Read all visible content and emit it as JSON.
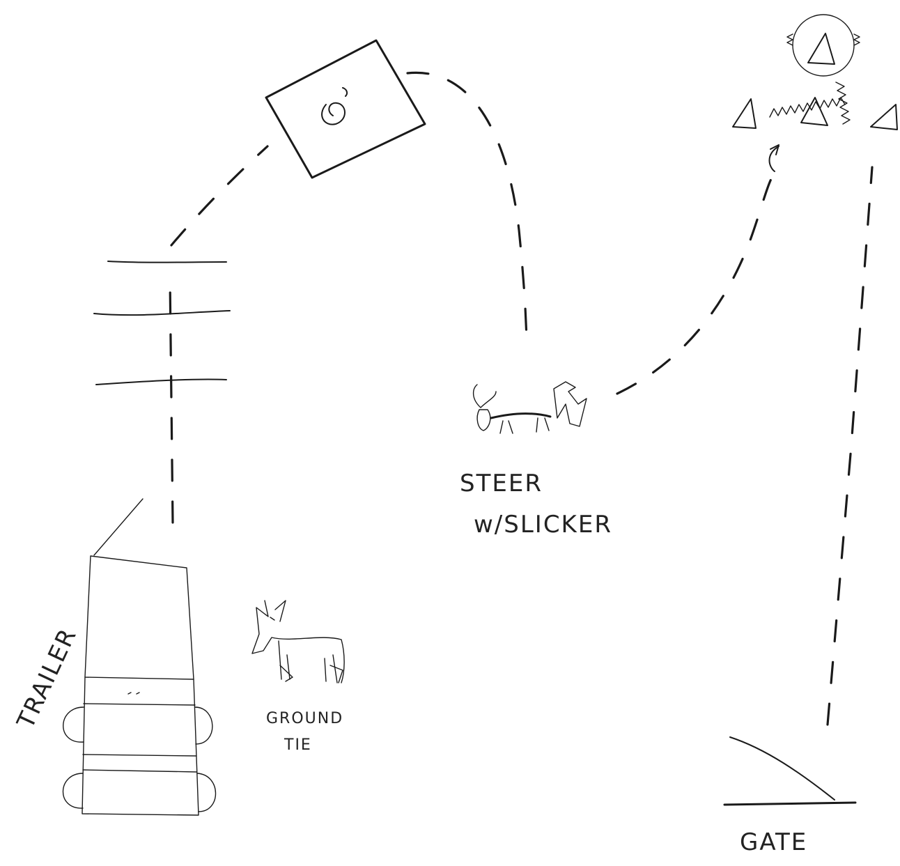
{
  "labels": {
    "trailer": "TRAILER",
    "ground_tie_line1": "GROUND",
    "ground_tie_line2": "TIE",
    "steer_line1": "STEER",
    "steer_line2": "w/SLICKER",
    "gate": "GATE"
  }
}
